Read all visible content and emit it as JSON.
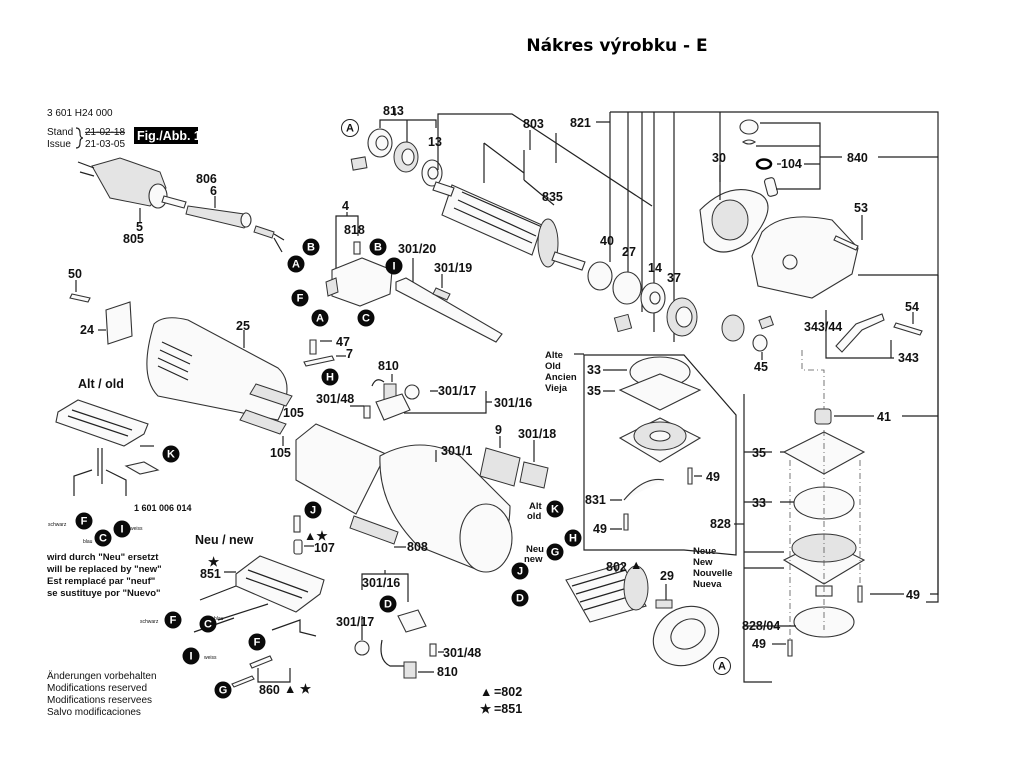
{
  "title": "Nákres výrobku - E",
  "header": {
    "part_number": "3 601 H24 000",
    "stand_label": "Stand",
    "issue_label": "Issue",
    "old_date": "21-02-18",
    "issue_date": "21-03-05",
    "figure_badge": "Fig./Abb. 1"
  },
  "sections": {
    "alt_old": "Alt / old",
    "neu_new": "Neu / new",
    "alte_lines": [
      "Alte",
      "Old",
      "Ancien",
      "Vieja"
    ],
    "neue_lines": [
      "Neue",
      "New",
      "Nouvelle",
      "Nueva"
    ],
    "alt_old_short": [
      "Alt",
      "old"
    ],
    "neu_new_short": [
      "Neu",
      "new"
    ]
  },
  "replacement_note": [
    "wird durch \"Neu\" ersetzt",
    "will be replaced by \"new\"",
    "Est remplacé par \"neuf\"",
    "se sustituye por \"Nuevo\""
  ],
  "modifications_note": [
    "Änderungen vorbehalten",
    "Modifications reserved",
    "Modifications reservees",
    "Salvo modificaciones"
  ],
  "legend": [
    {
      "symbol": "▲",
      "value": "=802"
    },
    {
      "symbol": "★",
      "value": "=851"
    }
  ],
  "wire_colors": {
    "black": "schwarz",
    "blue": "blau",
    "white": "weiss"
  },
  "part_labels": {
    "p813": "813",
    "p13": "13",
    "p803": "803",
    "p821": "821",
    "p835": "835",
    "p806": "806",
    "p6": "6",
    "p5": "5",
    "p805": "805",
    "p4": "4",
    "p818": "818",
    "p301_20": "301/20",
    "p301_19": "301/19",
    "p50": "50",
    "p24": "24",
    "p25": "25",
    "p47": "47",
    "p7": "7",
    "p810a": "810",
    "p301_17a": "301/17",
    "p301_16a": "301/16",
    "p301_48a": "301/48",
    "p105a": "105",
    "p105b": "105",
    "p9": "9",
    "p301_18": "301/18",
    "p301_1": "301/1",
    "p808": "808",
    "p1601": "1 601 006 014",
    "p107": "107",
    "p851": "851",
    "p860": "860",
    "p301_16b": "301/16",
    "p301_17b": "301/17",
    "p301_48b": "301/48",
    "p810b": "810",
    "p802": "802",
    "p29": "29",
    "p30": "30",
    "p40": "40",
    "p27": "27",
    "p14": "14",
    "p37": "37",
    "p104": "104",
    "p840": "840",
    "p53": "53",
    "p54": "54",
    "p343_44": "343/44",
    "p343": "343",
    "p45": "45",
    "p33a": "33",
    "p35a": "35",
    "p49a": "49",
    "p831": "831",
    "p49b": "49",
    "p41": "41",
    "p35b": "35",
    "p33b": "33",
    "p828": "828",
    "p49c": "49",
    "p828_04": "828/04",
    "p49d": "49"
  },
  "connectors": {
    "A": "A",
    "B": "B",
    "C": "C",
    "D": "D",
    "F": "F",
    "G": "G",
    "H": "H",
    "I": "I",
    "J": "J",
    "K": "K"
  }
}
